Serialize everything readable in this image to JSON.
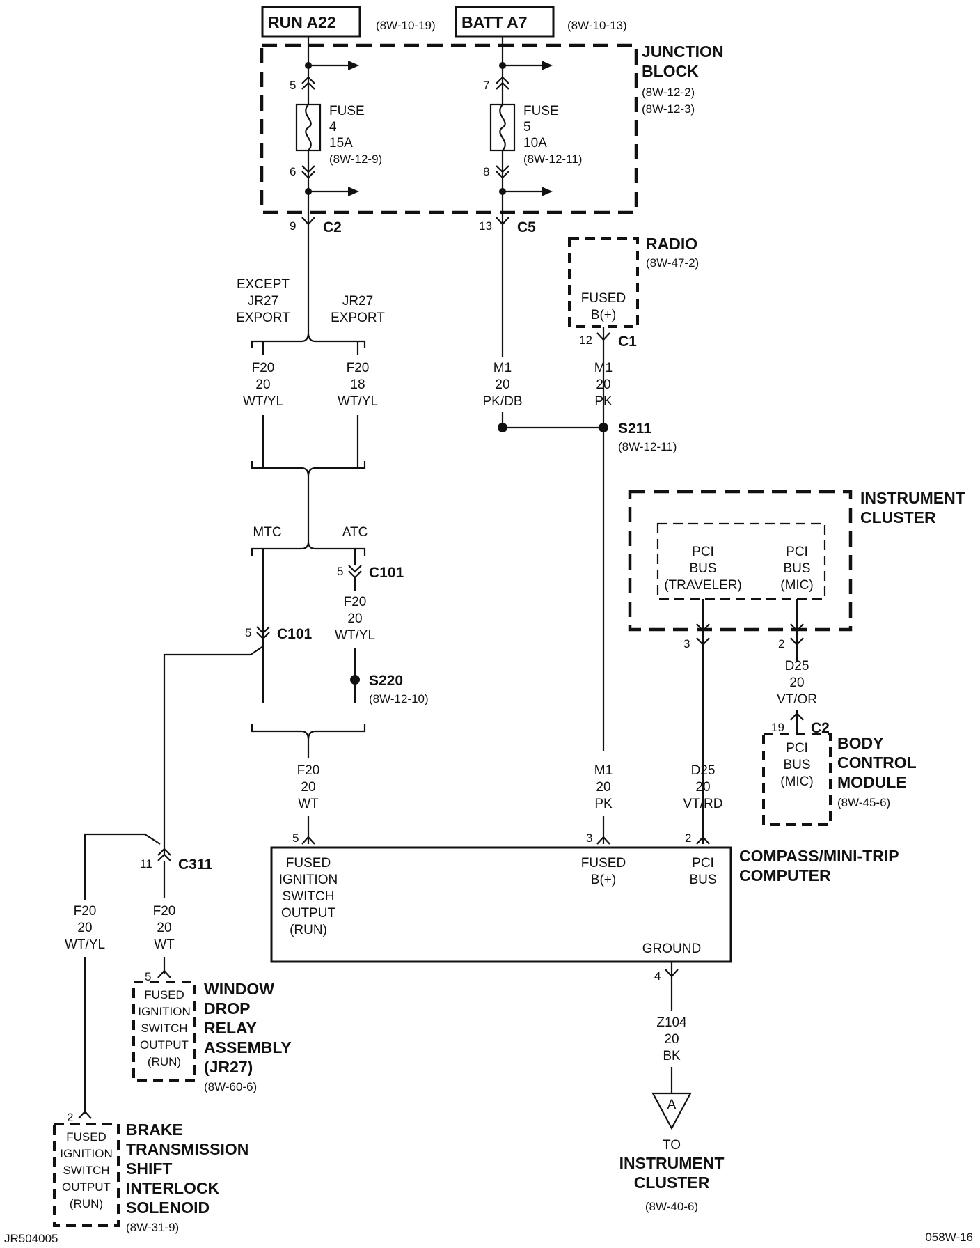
{
  "sources": {
    "run": {
      "label": "RUN A22",
      "ref": "(8W-10-19)"
    },
    "batt": {
      "label": "BATT A7",
      "ref": "(8W-10-13)"
    }
  },
  "junction_block": {
    "title1": "JUNCTION",
    "title2": "BLOCK",
    "ref1": "(8W-12-2)",
    "ref2": "(8W-12-3)"
  },
  "fuse4": {
    "l1": "FUSE",
    "l2": "4",
    "l3": "15A",
    "ref": "(8W-12-9)",
    "pin_in": "5",
    "pin_out": "6",
    "conn_pin": "9",
    "conn": "C2"
  },
  "fuse5": {
    "l1": "FUSE",
    "l2": "5",
    "l3": "10A",
    "ref": "(8W-12-11)",
    "pin_in": "7",
    "pin_out": "8",
    "conn_pin": "13",
    "conn": "C5"
  },
  "radio": {
    "title": "RADIO",
    "ref": "(8W-47-2)",
    "l1": "FUSED",
    "l2": "B(+)",
    "pin": "12",
    "conn": "C1"
  },
  "branch_export": {
    "except1": "EXCEPT",
    "except2": "JR27",
    "except3": "EXPORT",
    "jr1": "JR27",
    "jr2": "EXPORT"
  },
  "wires": {
    "f20_20_wtyl": {
      "a": "F20",
      "b": "20",
      "c": "WT/YL"
    },
    "f20_18_wtyl": {
      "a": "F20",
      "b": "18",
      "c": "WT/YL"
    },
    "m1_pkdb": {
      "a": "M1",
      "b": "20",
      "c": "PK/DB"
    },
    "m1_pk_top": {
      "a": "M1",
      "b": "20",
      "c": "PK"
    },
    "f20_atc": {
      "a": "F20",
      "b": "20",
      "c": "WT/YL"
    },
    "f20_wt": {
      "a": "F20",
      "b": "20",
      "c": "WT"
    },
    "m1_pk_low": {
      "a": "M1",
      "b": "20",
      "c": "PK"
    },
    "d25_vtrd": {
      "a": "D25",
      "b": "20",
      "c": "VT/RD"
    },
    "d25_vtor": {
      "a": "D25",
      "b": "20",
      "c": "VT/OR"
    },
    "f20_left_wtyl": {
      "a": "F20",
      "b": "20",
      "c": "WT/YL"
    },
    "f20_left_wt": {
      "a": "F20",
      "b": "20",
      "c": "WT"
    },
    "z104": {
      "a": "Z104",
      "b": "20",
      "c": "BK"
    }
  },
  "splices": {
    "s211": {
      "label": "S211",
      "ref": "(8W-12-11)"
    },
    "s220": {
      "label": "S220",
      "ref": "(8W-12-10)"
    }
  },
  "climate": {
    "mtc": "MTC",
    "atc": "ATC"
  },
  "c101": {
    "label": "C101",
    "pin": "5"
  },
  "c311": {
    "label": "C311",
    "pin": "11"
  },
  "instrument_cluster": {
    "title1": "INSTRUMENT",
    "title2": "CLUSTER",
    "pci1_a": "PCI",
    "pci1_b": "BUS",
    "pci1_c": "(TRAVELER)",
    "pci2_a": "PCI",
    "pci2_b": "BUS",
    "pci2_c": "(MIC)",
    "pin_a": "3",
    "pin_b": "2"
  },
  "bcm": {
    "pin": "19",
    "conn": "C2",
    "l1": "PCI",
    "l2": "BUS",
    "l3": "(MIC)",
    "t1": "BODY",
    "t2": "CONTROL",
    "t3": "MODULE",
    "ref": "(8W-45-6)"
  },
  "compass": {
    "title1": "COMPASS/MINI-TRIP",
    "title2": "COMPUTER",
    "fis1": "FUSED",
    "fis2": "IGNITION",
    "fis3": "SWITCH",
    "fis4": "OUTPUT",
    "fis5": "(RUN)",
    "fb1": "FUSED",
    "fb2": "B(+)",
    "pci1": "PCI",
    "pci2": "BUS",
    "ground": "GROUND",
    "pin_fis": "5",
    "pin_fb": "3",
    "pin_pci": "2",
    "pin_gnd": "4"
  },
  "window_relay": {
    "pin": "5",
    "l1": "FUSED",
    "l2": "IGNITION",
    "l3": "SWITCH",
    "l4": "OUTPUT",
    "l5": "(RUN)",
    "t1": "WINDOW",
    "t2": "DROP",
    "t3": "RELAY",
    "t4": "ASSEMBLY",
    "t5": "(JR27)",
    "ref": "(8W-60-6)"
  },
  "bts": {
    "pin": "2",
    "l1": "FUSED",
    "l2": "IGNITION",
    "l3": "SWITCH",
    "l4": "OUTPUT",
    "l5": "(RUN)",
    "t1": "BRAKE",
    "t2": "TRANSMISSION",
    "t3": "SHIFT",
    "t4": "INTERLOCK",
    "t5": "SOLENOID",
    "ref": "(8W-31-9)"
  },
  "offpage": {
    "letter": "A",
    "to": "TO",
    "t1": "INSTRUMENT",
    "t2": "CLUSTER",
    "ref": "(8W-40-6)"
  },
  "footer": {
    "left": "JR504005",
    "right": "058W-16"
  }
}
